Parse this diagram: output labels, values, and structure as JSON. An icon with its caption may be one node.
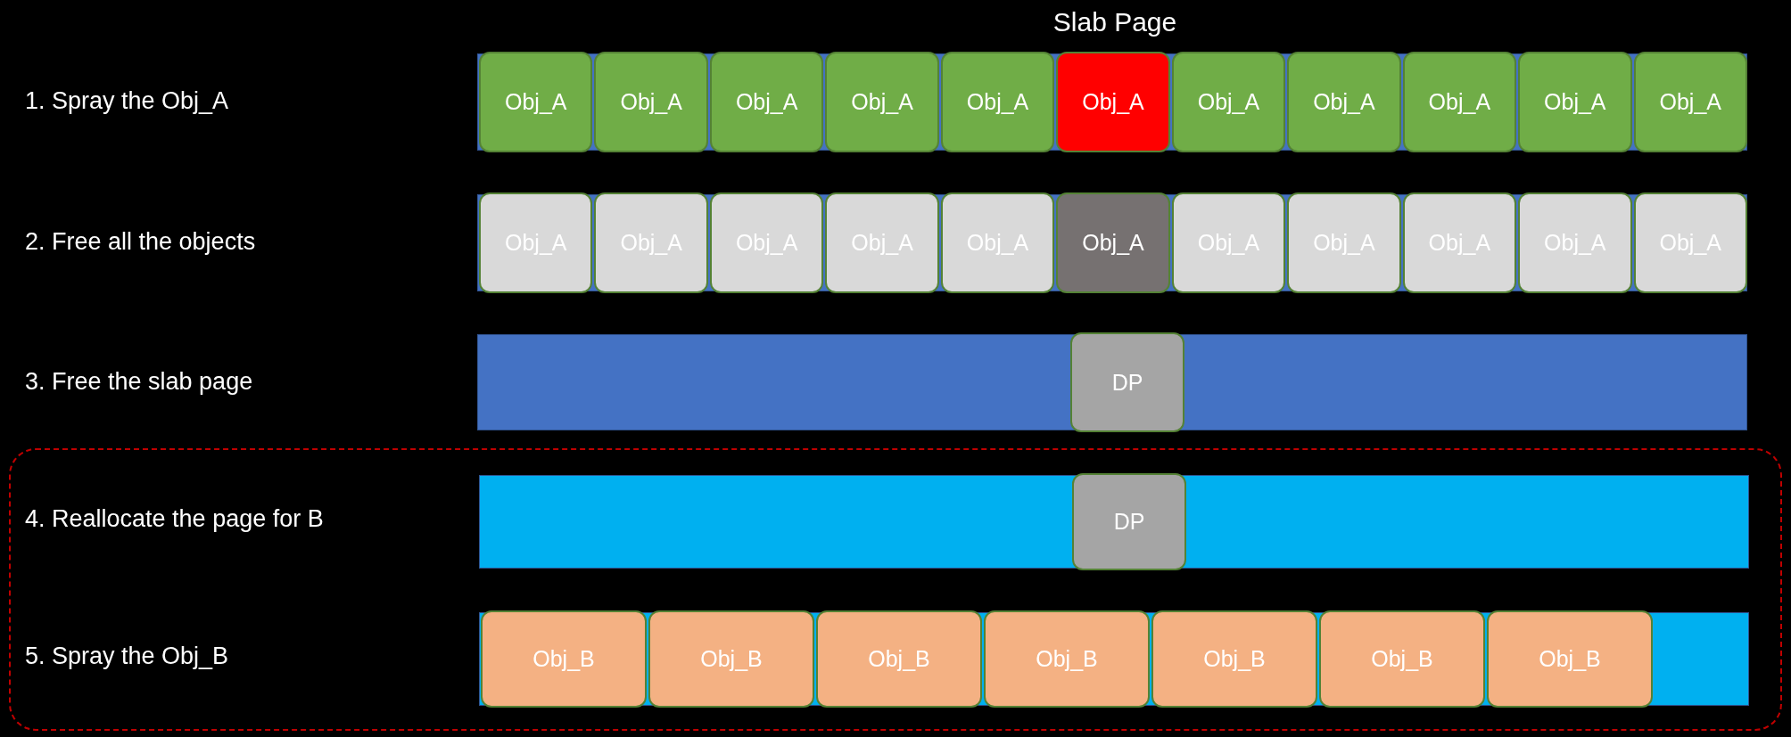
{
  "diagram": {
    "title": "Slab Page",
    "nodes": [
      {
        "text": [],
        "shape": "bar"
      },
      {
        "text": [
          "Obj_A"
        ],
        "in": 0
      },
      {
        "text": [
          "Obj_A"
        ],
        "in": 0
      },
      {
        "text": [
          "Obj_A"
        ],
        "in": 0
      },
      {
        "text": [
          "Obj_A"
        ],
        "in": 0
      },
      {
        "text": [
          "Obj_A"
        ],
        "in": 0
      },
      {
        "text": [
          "Obj_A"
        ],
        "in": 0
      },
      {
        "text": [
          "Obj_A"
        ],
        "in": 0
      },
      {
        "text": [
          "Obj_A"
        ],
        "in": 0
      },
      {
        "text": [
          "Obj_A"
        ],
        "in": 0
      },
      {
        "text": [
          "Obj_A"
        ],
        "in": 0
      },
      {
        "text": [
          "Obj_A"
        ],
        "in": 0
      },
      {
        "text": [],
        "shape": "bar"
      },
      {
        "text": [
          "Obj_A"
        ],
        "in": 12
      },
      {
        "text": [
          "Obj_A"
        ],
        "in": 12
      },
      {
        "text": [
          "Obj_A"
        ],
        "in": 12
      },
      {
        "text": [
          "Obj_A"
        ],
        "in": 12
      },
      {
        "text": [
          "Obj_A"
        ],
        "in": 12
      },
      {
        "text": [
          "Obj_A"
        ],
        "in": 12
      },
      {
        "text": [
          "Obj_A"
        ],
        "in": 12
      },
      {
        "text": [
          "Obj_A"
        ],
        "in": 12
      },
      {
        "text": [
          "Obj_A"
        ],
        "in": 12
      },
      {
        "text": [
          "Obj_A"
        ],
        "in": 12
      },
      {
        "text": [
          "Obj_A"
        ],
        "in": 12
      },
      {
        "text": [],
        "shape": "bar"
      },
      {
        "text": [
          "DP"
        ],
        "in": 24
      },
      {
        "text": [],
        "shape": "box"
      },
      {
        "text": [],
        "shape": "bar",
        "in": 26
      },
      {
        "text": [
          "DP"
        ],
        "in": 27
      },
      {
        "text": [],
        "shape": "bar",
        "in": 26
      },
      {
        "text": [
          "Obj_B"
        ],
        "in": 29
      },
      {
        "text": [
          "Obj_B"
        ],
        "in": 29
      },
      {
        "text": [
          "Obj_B"
        ],
        "in": 29
      },
      {
        "text": [
          "Obj_B"
        ],
        "in": 29
      },
      {
        "text": [
          "Obj_B"
        ],
        "in": 29
      },
      {
        "text": [
          "Obj_B"
        ],
        "in": 29
      },
      {
        "text": [
          "Obj_B"
        ],
        "in": 29
      }
    ],
    "edges": [],
    "labels": [
      "1. Spray the Obj_A",
      "2. Free all the objects",
      "3. Free the slab page",
      "4. Reallocate the page for B",
      "5. Spray the Obj_B"
    ]
  }
}
